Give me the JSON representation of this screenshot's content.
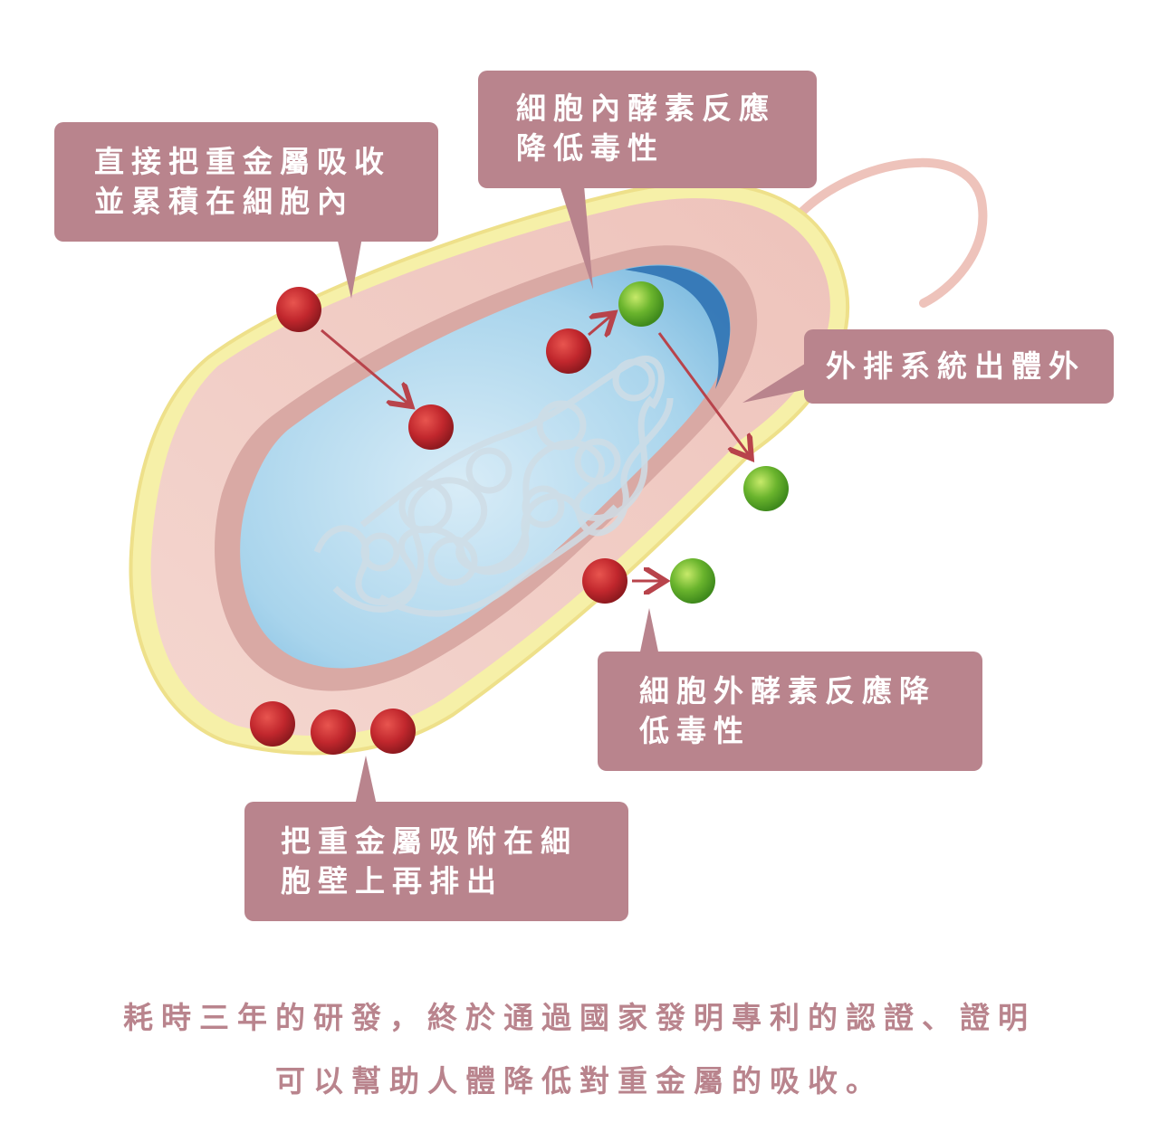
{
  "callouts": {
    "direct_absorb": [
      "直接把重金屬吸收",
      "並累積在細胞內"
    ],
    "intracellular_enzyme": [
      "細胞內酵素反應",
      "降低毒性"
    ],
    "efflux": [
      "外排系統出體外"
    ],
    "extracellular_enzyme": [
      "細胞外酵素反應降",
      "低毒性"
    ],
    "adsorb_wall": [
      "把重金屬吸附在細",
      "胞壁上再排出"
    ]
  },
  "footer": {
    "line1": "耗時三年的研發，終於通過國家發明專利的認證、證明",
    "line2": "可以幫助人體降低對重金屬的吸收。"
  },
  "colors": {
    "callout_bg": "#b9848d",
    "heavy_metal_particle": "#c1272d",
    "detoxified_particle": "#6ab42d",
    "cell_wall": "#f2d0c9",
    "cytoplasm": "#a8d4ec",
    "membrane_outline": "#f3ee9a",
    "arrow": "#b8434b"
  }
}
